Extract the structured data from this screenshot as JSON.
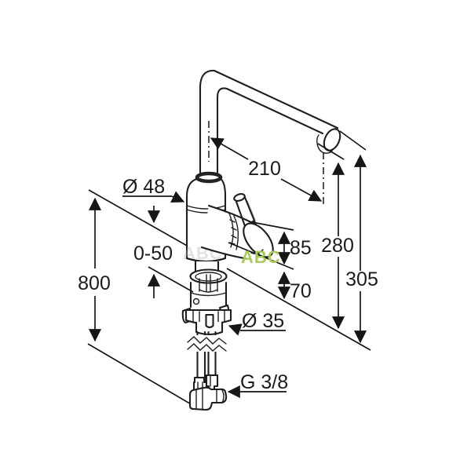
{
  "drawing": {
    "type": "single-lever sink mixer installation drawing",
    "watermark": {
      "text": "ABC",
      "shadow_text": "ABC",
      "color": "#a6ca58"
    },
    "labels": {
      "spout_reach": "210",
      "body_diameter": "Ø 48",
      "mounting_thickness": "0-50",
      "hose_length": "800",
      "upper_span": "85",
      "outlet_height": "280",
      "total_height": "305",
      "lower_span": "70",
      "hole_diameter": "Ø 35",
      "connection_thread": "G 3/8"
    }
  }
}
